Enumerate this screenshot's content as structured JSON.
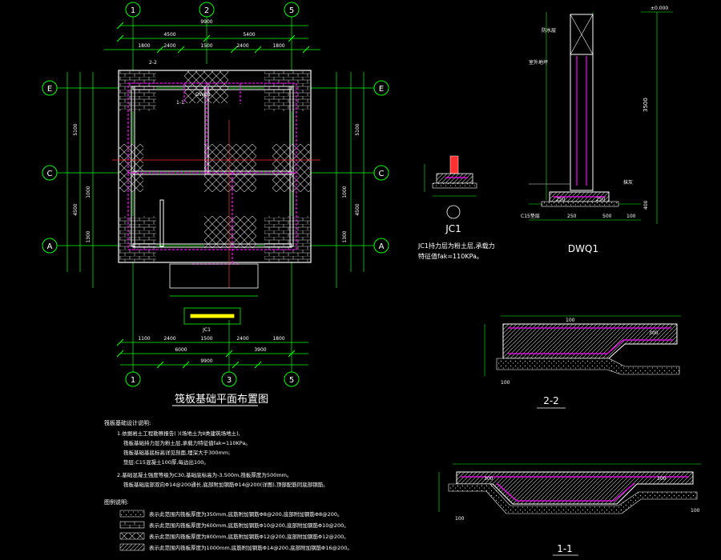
{
  "colors": {
    "background": "#000000",
    "grid": "#00ff00",
    "dim": "#00ff00",
    "wall": "#ffffff",
    "rebar": "#ff00ff",
    "axis": "#ff3030",
    "text": "#ffffff",
    "yellow": "#ffff00",
    "gray": "#9a9a9a"
  },
  "grid_axes": {
    "top": [
      "1",
      "2",
      "5"
    ],
    "bottom": [
      "1",
      "3",
      "5"
    ],
    "left": [
      "E",
      "C",
      "A"
    ],
    "right": [
      "E",
      "C",
      "A"
    ]
  },
  "plan": {
    "title": "筏板基础平面布置图",
    "dims_top": [
      "9900",
      "4500",
      "5400",
      "1800",
      "2400",
      "1500",
      "2400",
      "1800"
    ],
    "dims_bottom": [
      "9900",
      "6000",
      "3900",
      "1100",
      "2400",
      "1500",
      "2400",
      "1800"
    ],
    "dims_left": [
      "5100",
      "4500",
      "1000",
      "1300"
    ],
    "dims_right": [
      "5100",
      "4500",
      "1000",
      "1300"
    ],
    "labels": [
      "DWQ1",
      "JC1",
      "1-1",
      "2-2"
    ]
  },
  "jc1": {
    "title": "JC1",
    "note_line1": "JC1持力层为粉土层,承载力",
    "note_line2": "特征值fak=110KPa。"
  },
  "dwq1": {
    "title": "DWQ1",
    "elev_top": "±0.000",
    "height": "3500",
    "dims_base": [
      "250",
      "250",
      "250",
      "500",
      "100"
    ],
    "dim_side": "400",
    "c15_label": "C15垫层",
    "labels": [
      "室外地坪",
      "抹灰",
      "防水层"
    ]
  },
  "section_22": {
    "title": "2-2",
    "dims": [
      "100",
      "300",
      "100"
    ]
  },
  "section_11": {
    "title": "1-1",
    "dims": [
      "300",
      "300",
      "100",
      "100"
    ]
  },
  "notes": {
    "heading": "筏板基础设计说明:",
    "lines": [
      "1.依据岩土工程勘察报告(       )(场地土为Ⅱ类建筑场地土),",
      "筏板基础持力层为粉土层,承载力特征值fak=110KPa。",
      "筏板基础基底标高详见剖面,埋深大于300mm;",
      "垫层:C15混凝土100厚,每边出100。",
      "2.基础混凝土强度等级为C30,基础底标高为-3.500m,筏板厚度为500mm。",
      "筏板基础底部双向Φ14@200通长,底部附加钢筋Φ14@200(详图),顶部配筋同底部钢筋。"
    ],
    "legend_heading": "图例说明:",
    "legend": [
      "表示此范围内筏板厚度为350mm,底筋附加钢筋Φ8@200,底部附加钢筋Φ8@200。",
      "表示此范围内筏板厚度为600mm,底筋附加钢筋Φ10@200,底部附加钢筋Φ10@200。",
      "表示此范围内筏板厚度为800mm,底筋附加钢筋Φ12@200,底部附加钢筋Φ12@200。",
      "表示此范围内筏板厚度为1000mm,底筋附加钢筋Φ14@200,底部附加钢筋Φ16@200。"
    ]
  }
}
